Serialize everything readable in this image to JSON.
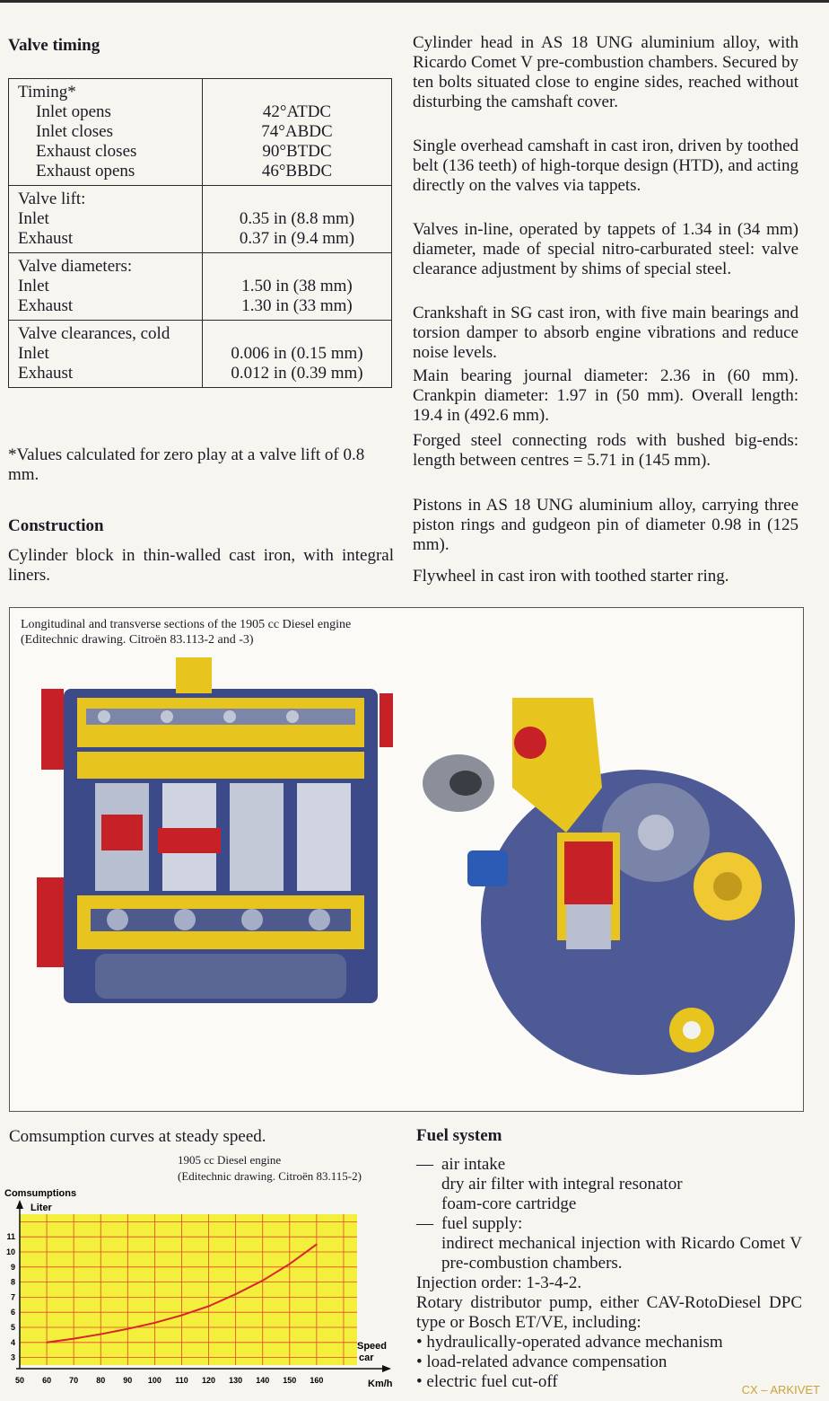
{
  "valve_timing": {
    "heading": "Valve timing",
    "groups": [
      {
        "title": "Timing*",
        "rows": [
          {
            "label": "Inlet opens",
            "value": "42°ATDC"
          },
          {
            "label": "Inlet closes",
            "value": "74°ABDC"
          },
          {
            "label": "Exhaust closes",
            "value": "90°BTDC"
          },
          {
            "label": "Exhaust opens",
            "value": "46°BBDC"
          }
        ]
      },
      {
        "title": "Valve lift:",
        "rows": [
          {
            "label": "Inlet",
            "value": "0.35 in (8.8 mm)"
          },
          {
            "label": "Exhaust",
            "value": "0.37 in (9.4 mm)"
          }
        ]
      },
      {
        "title": "Valve diameters:",
        "rows": [
          {
            "label": "Inlet",
            "value": "1.50 in (38 mm)"
          },
          {
            "label": "Exhaust",
            "value": "1.30 in (33 mm)"
          }
        ]
      },
      {
        "title": "Valve clearances, cold",
        "rows": [
          {
            "label": "Inlet",
            "value": "0.006 in (0.15 mm)"
          },
          {
            "label": "Exhaust",
            "value": "0.012 in (0.39 mm)"
          }
        ]
      }
    ],
    "footnote": "*Values calculated for zero play at a valve lift of 0.8 mm."
  },
  "construction": {
    "heading": "Construction",
    "text": "Cylinder block in thin-walled cast iron, with integral liners."
  },
  "right_column": [
    "Cylinder head in AS 18 UNG aluminium alloy, with Ricardo Comet V pre-combustion chambers. Secured by ten bolts situated close to engine sides, reached without disturbing the camshaft cover.",
    "Single overhead camshaft in cast iron, driven by toothed belt (136 teeth) of high-torque design (HTD), and acting directly on the valves via tappets.",
    "Valves in-line, operated by tappets of 1.34 in (34 mm) diameter, made of special nitro-carburated steel: valve clearance adjustment by shims of special steel.",
    "Crankshaft in SG cast iron, with five main bearings and torsion damper to absorb engine vibrations and reduce noise levels.",
    "Main bearing journal diameter: 2.36 in (60 mm). Crankpin diameter: 1.97 in (50 mm). Overall length: 19.4 in (492.6 mm).",
    "Forged steel connecting rods with bushed big-ends: length between centres = 5.71 in (145 mm).",
    "Pistons in AS 18 UNG aluminium alloy, carrying three piston rings and gudgeon pin of diameter 0.98 in (125 mm).",
    "Flywheel in cast iron with toothed starter ring."
  ],
  "figure": {
    "caption_line1": "Longitudinal and transverse sections of the 1905 cc Diesel engine",
    "caption_line2": "(Editechnic drawing. Citroën 83.113-2 and -3)"
  },
  "consumption": {
    "title": "Comsumption curves at steady speed.",
    "caption_line1": "1905 cc Diesel engine",
    "caption_line2": "(Editechnic drawing. Citroën 83.115-2)"
  },
  "chart_data": {
    "type": "line",
    "ylabel_top": "Comsumptions",
    "ylabel": "Liter",
    "xlabel_top": "Speed",
    "xlabel_bottom": "car",
    "xunit": "Km/h",
    "x_ticks": [
      "50",
      "60",
      "70",
      "80",
      "90",
      "100",
      "110",
      "120",
      "130",
      "140",
      "150",
      "160"
    ],
    "y_ticks": [
      "3",
      "4",
      "5",
      "6",
      "7",
      "8",
      "9",
      "10",
      "11"
    ],
    "xlim": [
      50,
      175
    ],
    "ylim": [
      2.5,
      12.5
    ],
    "series": [
      {
        "x": [
          60,
          70,
          80,
          90,
          100,
          110,
          120,
          130,
          140,
          150,
          160
        ],
        "y": [
          4.0,
          4.25,
          4.55,
          4.9,
          5.3,
          5.8,
          6.4,
          7.2,
          8.1,
          9.2,
          10.5
        ]
      }
    ],
    "colors": {
      "background": "#f4ee3c",
      "grid": "#e0462e",
      "line": "#d8242a"
    }
  },
  "fuel_system": {
    "heading": "Fuel system",
    "air_label": "air intake",
    "air_sub1": "dry air filter with integral resonator",
    "air_sub2": "foam-core cartridge",
    "fuel_label": "fuel supply:",
    "fuel_sub": "indirect mechanical injection with Ricardo Comet V pre-combustion chambers.",
    "injection_order": "Injection order: 1-3-4-2.",
    "pump": "Rotary distributor pump, either CAV-RotoDiesel DPC type or Bosch ET/VE, including:",
    "features": [
      "hydraulically-operated advance mechanism",
      "load-related advance compensation",
      "electric fuel cut-off"
    ]
  },
  "watermark": "CX – ARKIVET"
}
